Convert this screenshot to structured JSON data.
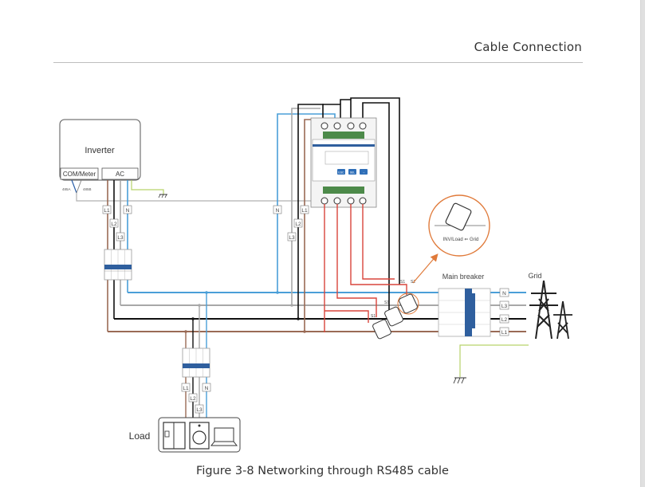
{
  "header": {
    "section_title": "Cable Connection"
  },
  "figure": {
    "caption": "Figure 3-8 Networking through RS485 cable",
    "inverter": {
      "title": "Inverter",
      "com_port": "COM/Meter",
      "ac_port": "AC",
      "pin_a": "485A",
      "pin_b": "485B"
    },
    "wire_labels": {
      "l1": "L1",
      "l2": "L2",
      "l3": "L3",
      "n": "N"
    },
    "meter": {
      "buttons": [
        "ESC",
        "SEL",
        "→"
      ]
    },
    "ct": {
      "caption": "INV/Load ⇐ Grid",
      "s1": "S1",
      "s2": "S2"
    },
    "main_breaker": "Main breaker",
    "grid": "Grid",
    "load": "Load"
  },
  "colors": {
    "l1": "#9a6a55",
    "l2": "#111111",
    "l3": "#a8a8a8",
    "n": "#4a9fd8",
    "pe": "#b6d36a",
    "ct_signal": "#d9453b",
    "callout": "#e07a3a",
    "breaker_blue": "#2f5f9e"
  }
}
